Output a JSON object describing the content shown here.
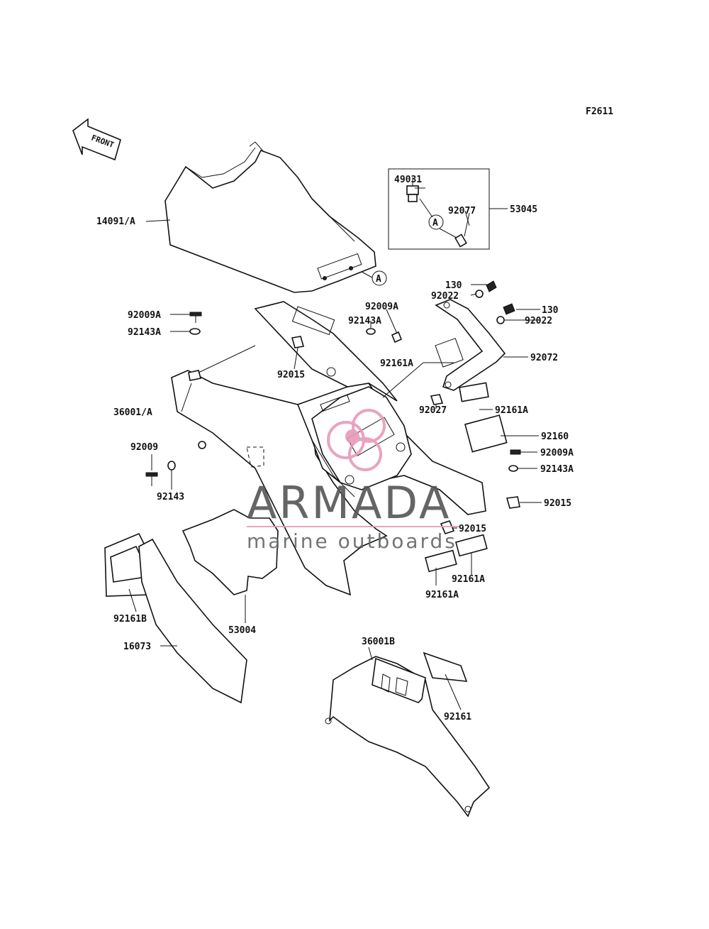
{
  "figure_code": "F2611",
  "front_label": "FRONT",
  "watermark": {
    "brand": "ARMADA",
    "tagline": "marine outboards",
    "logo_color": "#e79ab8"
  },
  "reference_callouts": [
    "A",
    "A"
  ],
  "part_numbers": {
    "p14091A": "14091/A",
    "p49031": "49031",
    "p92077": "92077",
    "p53045": "53045",
    "p130_top": "130",
    "p92022_top": "92022",
    "p92009A_left": "92009A",
    "p92143A_left": "92143A",
    "p92009A_mid": "92009A",
    "p92143A_mid": "92143A",
    "p130_right": "130",
    "p92022_right": "92022",
    "p92161A_mid": "92161A",
    "p92072": "92072",
    "p92015_mid": "92015",
    "p36001A": "36001/A",
    "p92161A_right": "92161A",
    "p92027": "92027",
    "p92160": "92160",
    "p92009": "92009",
    "p92009A_right": "92009A",
    "p92143A_right": "92143A",
    "p92143": "92143",
    "p92015_right": "92015",
    "p92015_low": "92015",
    "p92161A_low1": "92161A",
    "p92161A_low2": "92161A",
    "p92161B": "92161B",
    "p53004": "53004",
    "p16073": "16073",
    "p36001B": "36001B",
    "p92161": "92161"
  }
}
